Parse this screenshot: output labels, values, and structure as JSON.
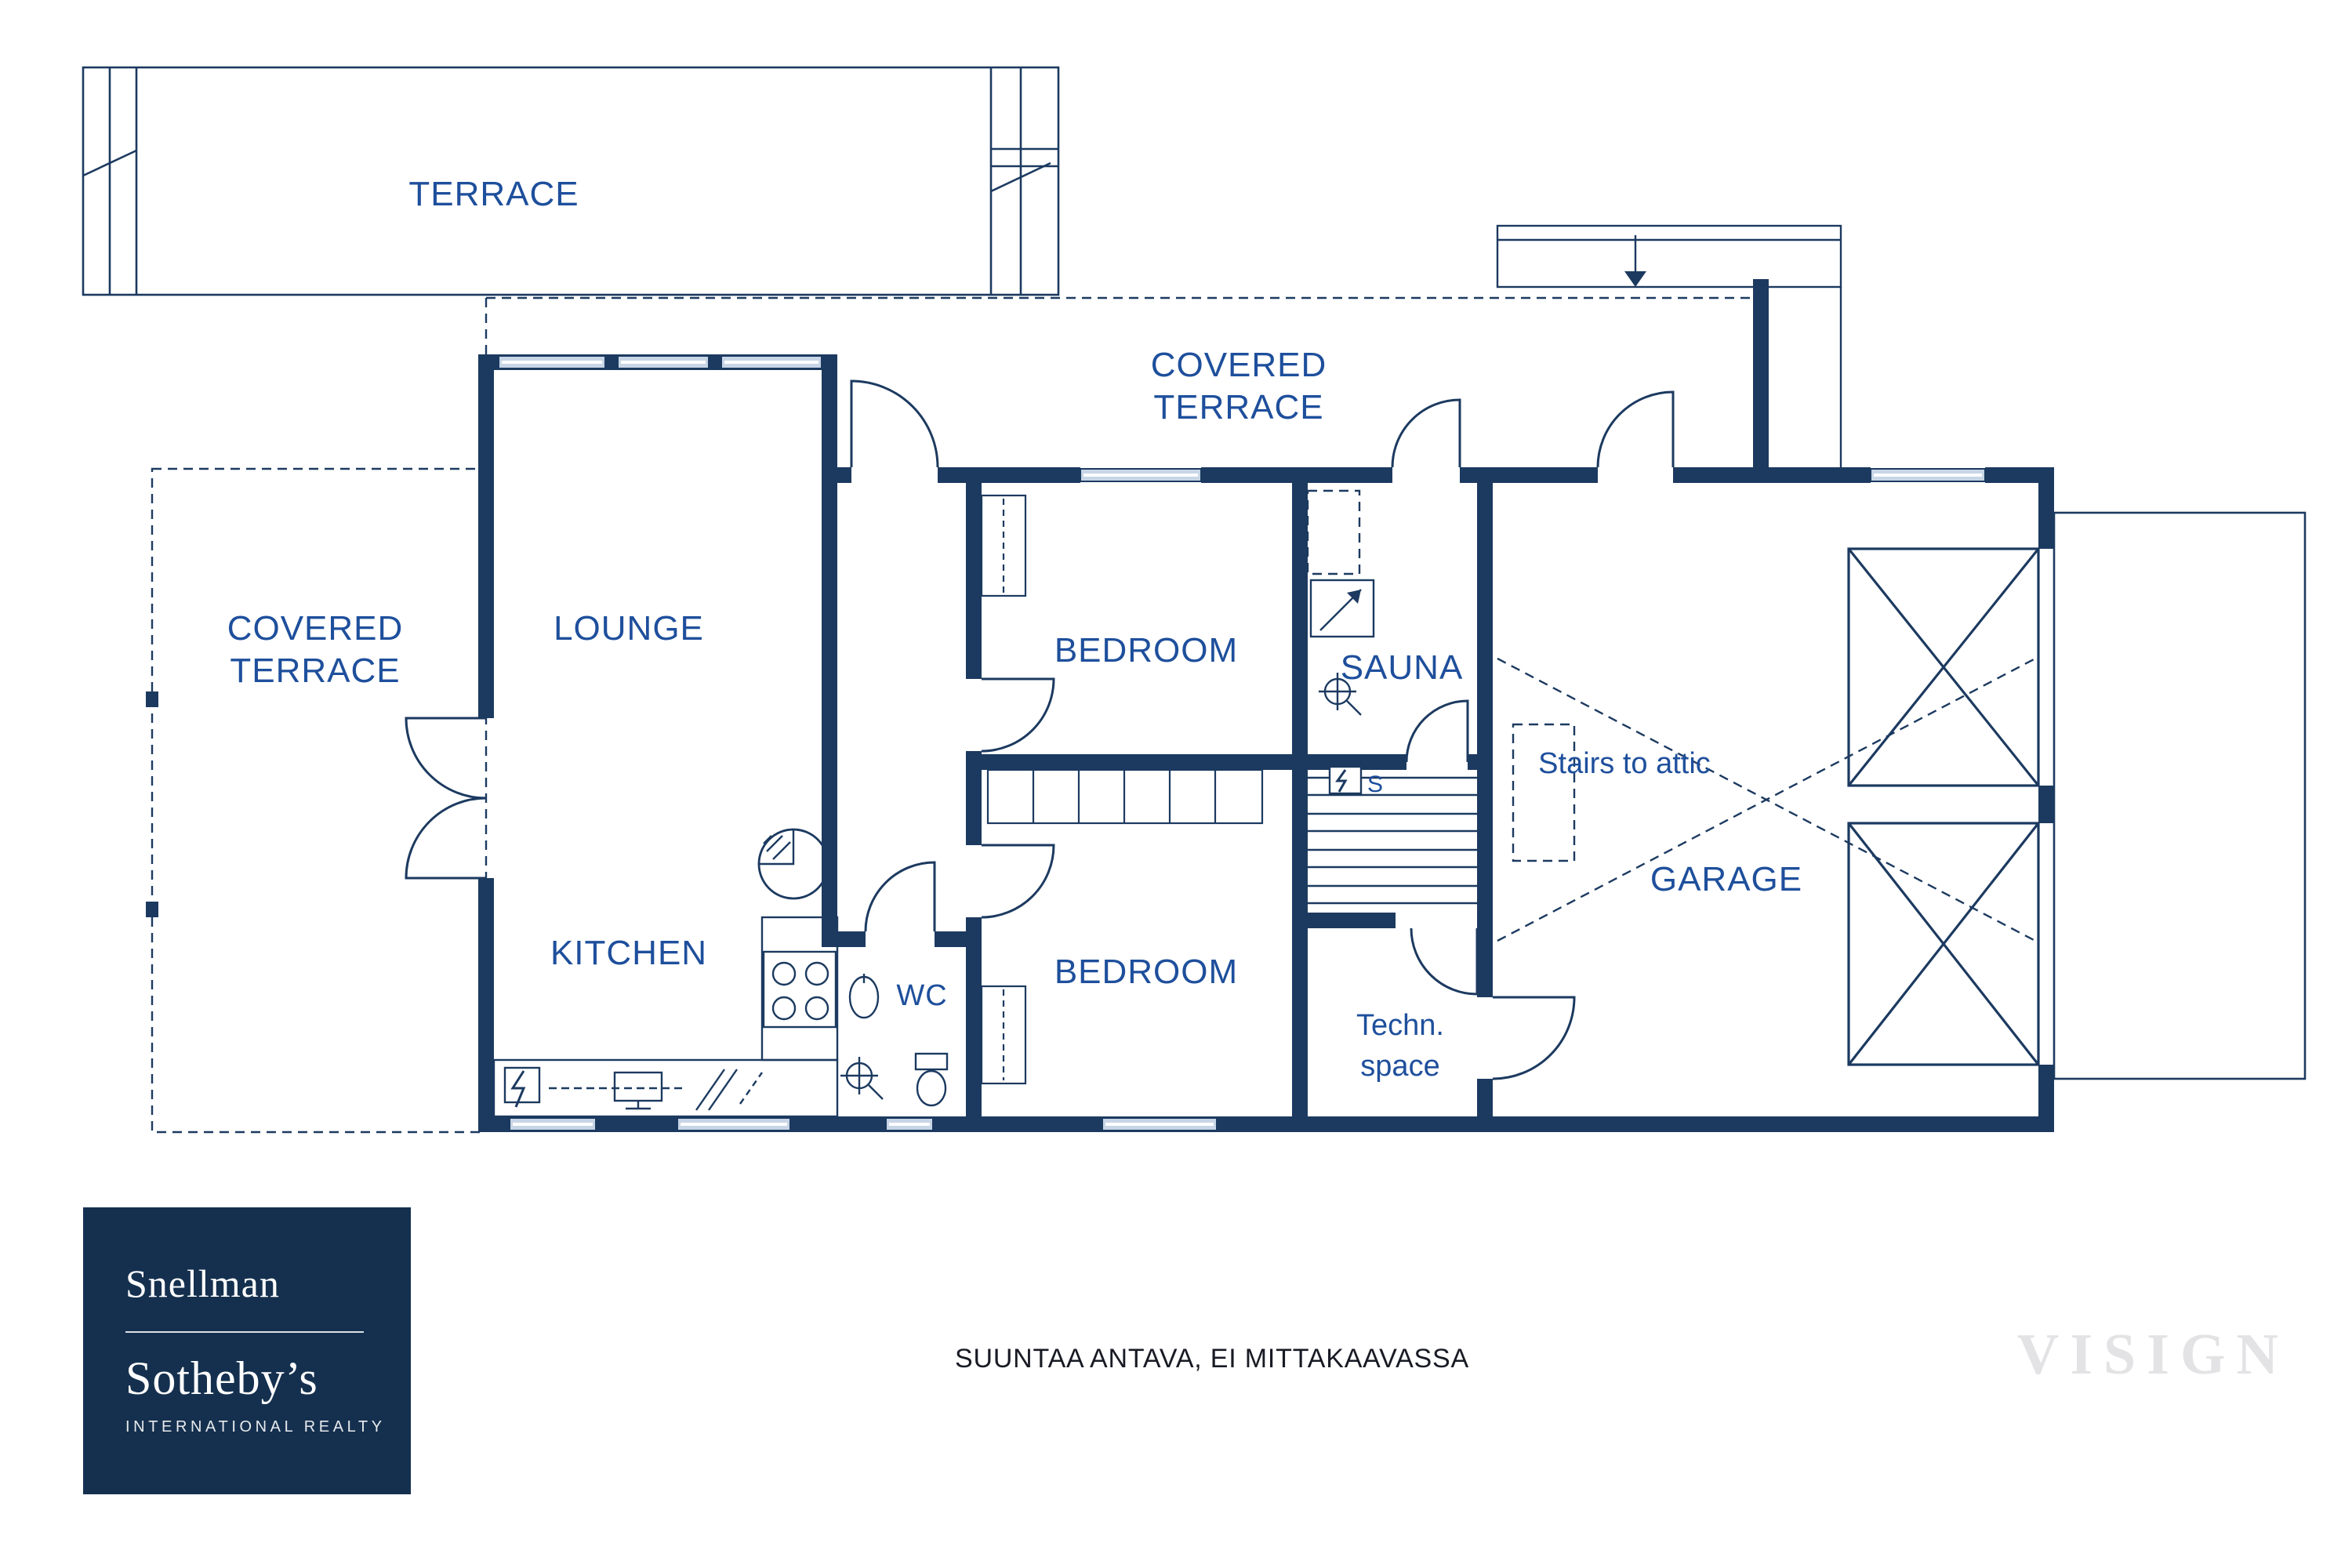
{
  "colors": {
    "wall": "#1c3a60",
    "label": "#1e4f9c",
    "window_fill": "#c7d5e6",
    "logo_background": "#15304f",
    "watermark": "#e3e3e5",
    "disclaimer_text": "#181a24"
  },
  "plan": {
    "terrace": "TERRACE",
    "covered_terrace_top": {
      "line1": "COVERED",
      "line2": "TERRACE"
    },
    "covered_terrace_left": {
      "line1": "COVERED",
      "line2": "TERRACE"
    },
    "lounge": "LOUNGE",
    "kitchen": "KITCHEN",
    "bedroom_upper": "BEDROOM",
    "bedroom_lower": "BEDROOM",
    "sauna": "SAUNA",
    "wc": "WC",
    "garage": "GARAGE",
    "stairs_to_attic": "Stairs to attic",
    "techn_space": {
      "line1": "Techn.",
      "line2": "space"
    },
    "electrical_label": "S"
  },
  "footer": {
    "disclaimer": "SUUNTAA ANTAVA, EI MITTAKAAVASSA",
    "watermark": "VISIGN"
  },
  "logo": {
    "brand": "Snellman",
    "sub_brand": "Sotheby’s",
    "tagline": "INTERNATIONAL REALTY"
  }
}
